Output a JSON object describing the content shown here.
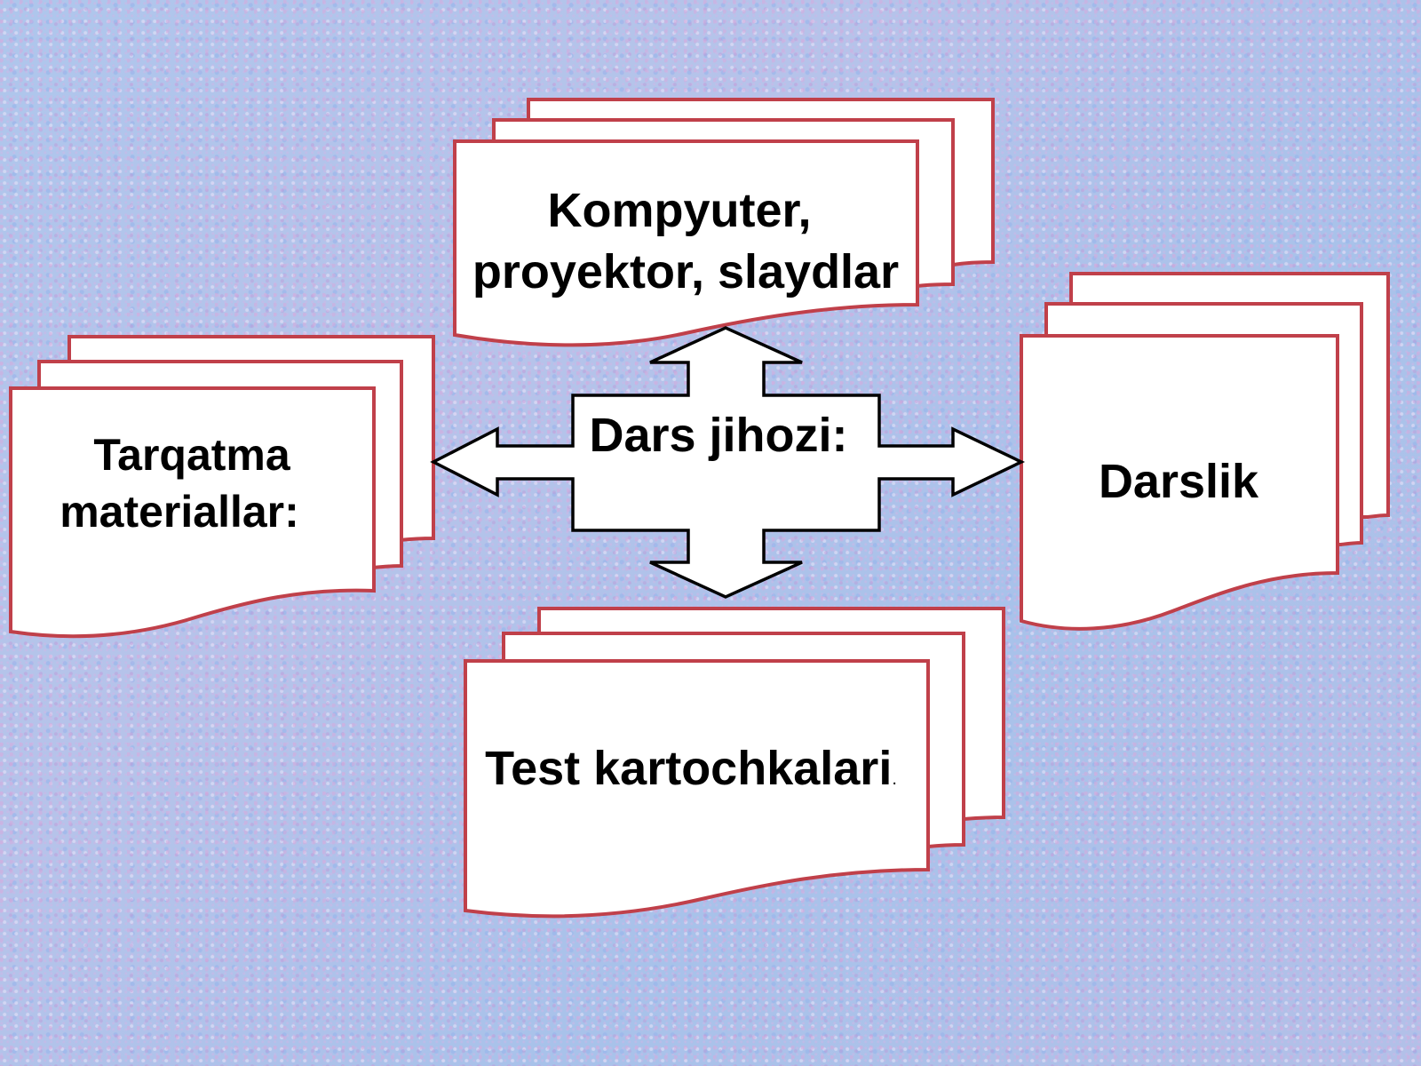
{
  "diagram": {
    "center": {
      "label": "Dars jihozi:"
    },
    "nodes": {
      "top": {
        "line1": "Kompyuter,",
        "line2": "proyektor, slaydlar"
      },
      "left": {
        "line1": "Tarqatma",
        "line2": "materiallar:"
      },
      "right": {
        "label": "Darslik"
      },
      "bottom": {
        "label": "Test kartochkalari",
        "suffix": "."
      }
    }
  },
  "colors": {
    "doc_border": "#c0404a",
    "doc_fill": "#ffffff",
    "arrow_stroke": "#000000",
    "arrow_fill": "#ffffff",
    "background": "#a9c1e8"
  }
}
